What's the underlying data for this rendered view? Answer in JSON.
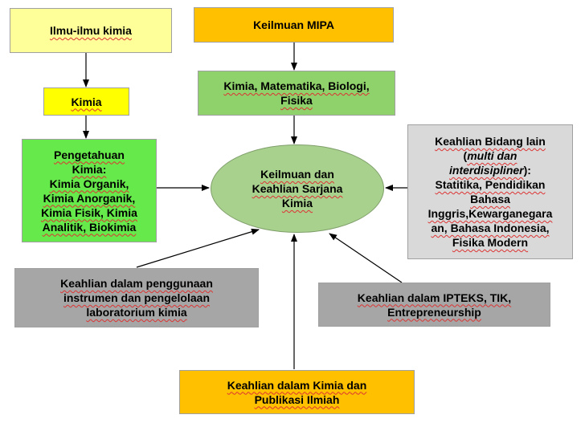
{
  "nodes": {
    "ilmu_kimia": "Ilmu-ilmu kimia",
    "keilmuan_mipa": "Keilmuan MIPA",
    "kimia": "Kimia",
    "kmbf": "Kimia, Matematika, Biologi,\nFisika",
    "pengetahuan": "Pengetahuan\nKimia:\nKimia Organik,\nKimia Anorganik,\nKimia Fisik, Kimia\nAnalitik, Biokimia",
    "center": "Keilmuan dan\nKeahlian  Sarjana\nKimia",
    "bidang_lain": {
      "line1": "Keahlian Bidang lain",
      "line2_open": "(",
      "line2_italic": "multi dan",
      "line3_italic": "interdisipliner",
      "line3_close": "):",
      "rest": "Statitika,  Pendidikan\nBahasa\nInggris,Kewarganegara\nan, Bahasa Indonesia,\nFisika Modern"
    },
    "instrumen": "Keahlian dalam penggunaan\ninstrumen dan pengelolaan\nlaboratorium kimia",
    "ipteks": "Keahlian dalam IPTEKS, TIK,\nEntrepreneurship",
    "publikasi": "Keahlian dalam Kimia dan\nPublikasi Ilmiah"
  },
  "colors": {
    "light_yellow": "#ffff99",
    "yellow": "#ffff00",
    "orange": "#ffc000",
    "green": "#8fd16b",
    "bright_green": "#66e94a",
    "gray": "#a6a6a6",
    "light_gray": "#d9d9d9",
    "ellipse": "#a9d18e"
  }
}
